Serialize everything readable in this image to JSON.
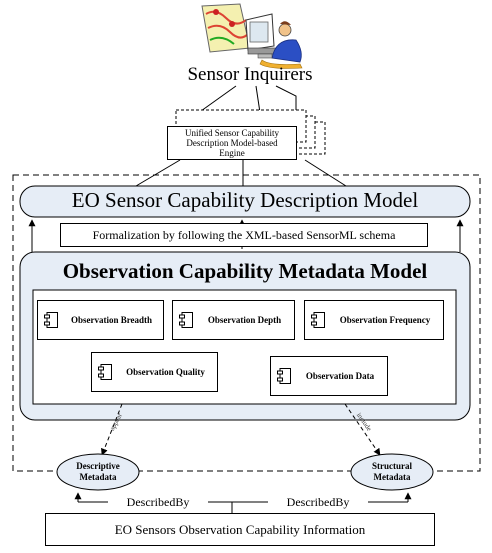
{
  "inquirers": {
    "label": "Sensor Inquirers",
    "icon": "sensor-inquirer-icon"
  },
  "engine": {
    "lines": [
      "Unified Sensor Capability",
      "Description Model-based",
      "Engine"
    ]
  },
  "capability_model": {
    "title": "EO Sensor Capability Description Model"
  },
  "formalization": {
    "label": "Formalization by following the XML-based SensorML schema"
  },
  "observation_model": {
    "title": "Observation Capability Metadata Model",
    "components": [
      {
        "label": "Observation Breadth"
      },
      {
        "label": "Observation Depth"
      },
      {
        "label": "Observation Frequency"
      },
      {
        "label": "Observation Quality"
      },
      {
        "label": "Observation Data"
      }
    ]
  },
  "relations": {
    "left": "appear",
    "right": "include"
  },
  "metadata": {
    "descriptive": [
      "Descriptive",
      "Metadata"
    ],
    "structural": [
      "Structural",
      "Metadata"
    ]
  },
  "described_by": {
    "left": "DescribedBy",
    "right": "DescribedBy"
  },
  "information": {
    "label": "EO Sensors Observation Capability Information"
  },
  "colors": {
    "rounded_fill": "#e6edf6",
    "line": "#000000"
  }
}
